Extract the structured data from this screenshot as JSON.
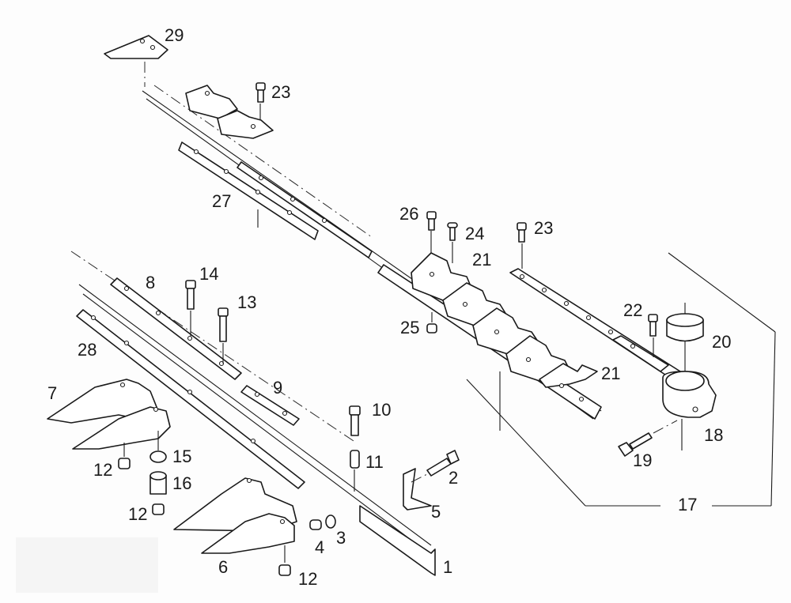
{
  "diagram": {
    "type": "exploded-parts-view",
    "subject": "mower cutter bar assembly",
    "labels": [
      {
        "id": "1",
        "text": "1"
      },
      {
        "id": "2",
        "text": "2"
      },
      {
        "id": "3",
        "text": "3"
      },
      {
        "id": "4",
        "text": "4"
      },
      {
        "id": "5",
        "text": "5"
      },
      {
        "id": "6",
        "text": "6"
      },
      {
        "id": "7",
        "text": "7"
      },
      {
        "id": "8",
        "text": "8"
      },
      {
        "id": "9",
        "text": "9"
      },
      {
        "id": "10",
        "text": "10"
      },
      {
        "id": "11",
        "text": "11"
      },
      {
        "id": "12a",
        "text": "12"
      },
      {
        "id": "12b",
        "text": "12"
      },
      {
        "id": "12c",
        "text": "12"
      },
      {
        "id": "13",
        "text": "13"
      },
      {
        "id": "14",
        "text": "14"
      },
      {
        "id": "15",
        "text": "15"
      },
      {
        "id": "16",
        "text": "16"
      },
      {
        "id": "17",
        "text": "17"
      },
      {
        "id": "18",
        "text": "18"
      },
      {
        "id": "19",
        "text": "19"
      },
      {
        "id": "20",
        "text": "20"
      },
      {
        "id": "21a",
        "text": "21"
      },
      {
        "id": "21b",
        "text": "21"
      },
      {
        "id": "22",
        "text": "22"
      },
      {
        "id": "23a",
        "text": "23"
      },
      {
        "id": "23b",
        "text": "23"
      },
      {
        "id": "24",
        "text": "24"
      },
      {
        "id": "25",
        "text": "25"
      },
      {
        "id": "26",
        "text": "26"
      },
      {
        "id": "27",
        "text": "27"
      },
      {
        "id": "28",
        "text": "28"
      },
      {
        "id": "29",
        "text": "29"
      }
    ]
  }
}
